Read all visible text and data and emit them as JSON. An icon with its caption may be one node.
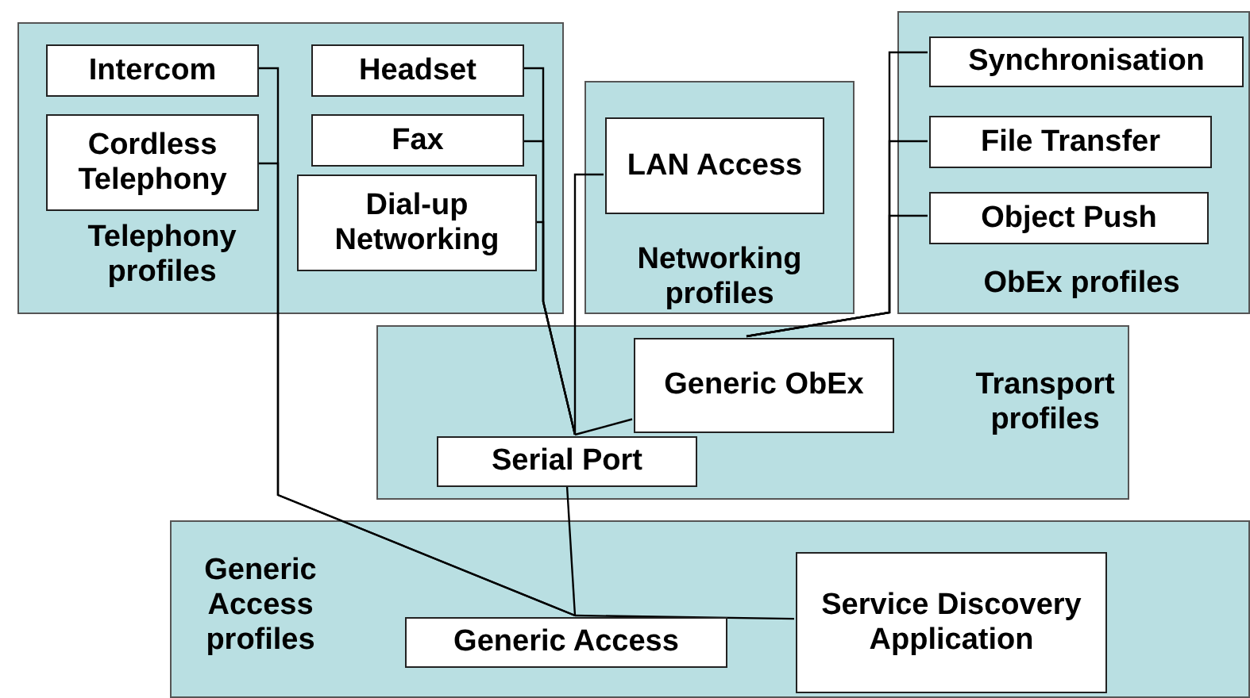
{
  "diagram": {
    "nodes": [
      {
        "text": [
          "Telephony profiles"
        ]
      },
      {
        "text": [
          "Intercom"
        ],
        "in": 0
      },
      {
        "text": [
          "Cordless Telephony"
        ],
        "in": 0
      },
      {
        "text": [
          "Headset"
        ],
        "in": 0
      },
      {
        "text": [
          "Fax"
        ],
        "in": 0
      },
      {
        "text": [
          "Dial-up Networking"
        ],
        "in": 0
      },
      {
        "text": [
          "Networking profiles"
        ]
      },
      {
        "text": [
          "LAN Access"
        ],
        "in": 6
      },
      {
        "text": [
          "ObEx profiles"
        ]
      },
      {
        "text": [
          "Synchronisation"
        ],
        "in": 8
      },
      {
        "text": [
          "File Transfer"
        ],
        "in": 8
      },
      {
        "text": [
          "Object Push"
        ],
        "in": 8
      },
      {
        "text": [
          "Transport profiles"
        ]
      },
      {
        "text": [
          "Generic ObEx"
        ],
        "in": 12
      },
      {
        "text": [
          "Serial Port"
        ],
        "in": 12
      },
      {
        "text": [
          "Generic Access profiles"
        ]
      },
      {
        "text": [
          "Generic Access"
        ],
        "in": 15
      },
      {
        "text": [
          "Service Discovery Application"
        ],
        "in": 15
      }
    ],
    "edges": [
      {
        "from": 1,
        "to": 16,
        "arrow": "none"
      },
      {
        "from": 2,
        "to": 16,
        "arrow": "none"
      },
      {
        "from": 3,
        "to": 14,
        "arrow": "none"
      },
      {
        "from": 4,
        "to": 14,
        "arrow": "none"
      },
      {
        "from": 5,
        "to": 14,
        "arrow": "none"
      },
      {
        "from": 7,
        "to": 14,
        "arrow": "none"
      },
      {
        "from": 9,
        "to": 13,
        "arrow": "none"
      },
      {
        "from": 10,
        "to": 13,
        "arrow": "none"
      },
      {
        "from": 11,
        "to": 13,
        "arrow": "none"
      },
      {
        "from": 13,
        "to": 14,
        "arrow": "none"
      },
      {
        "from": 14,
        "to": 16,
        "arrow": "none"
      },
      {
        "from": 17,
        "to": 16,
        "arrow": "none"
      }
    ]
  }
}
